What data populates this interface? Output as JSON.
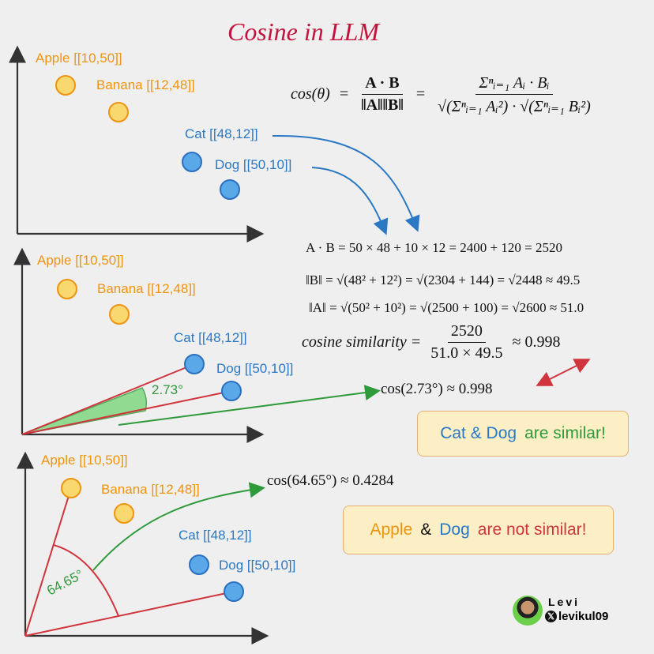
{
  "title": "Cosine in LLM",
  "colors": {
    "orange": "#ee9410",
    "blue": "#2a78c4",
    "red": "#d0343c",
    "green": "#2e9a3a",
    "title": "#c2143c",
    "box_fill": "#fcefc6"
  },
  "panels": [
    {
      "apple": "Apple [[10,50]]",
      "banana": "Banana [[12,48]]",
      "cat": "Cat [[48,12]]",
      "dog": "Dog [[50,10]]"
    },
    {
      "apple": "Apple [[10,50]]",
      "banana": "Banana [[12,48]]",
      "cat": "Cat [[48,12]]",
      "dog": "Dog [[50,10]]",
      "angle": "2.73°"
    },
    {
      "apple": "Apple [[10,50]]",
      "banana": "Banana [[12,48]]",
      "cat": "Cat [[48,12]]",
      "dog": "Dog [[50,10]]",
      "angle": "64.65°"
    }
  ],
  "formula": {
    "lhs": "cos(θ)",
    "eq": "=",
    "num1": "A · B",
    "den1": "‖A‖‖B‖",
    "num2": "Σⁿᵢ₌₁ Aᵢ · Bᵢ",
    "den2": "√(Σⁿᵢ₌₁ Aᵢ²) · √(Σⁿᵢ₌₁ Bᵢ²)"
  },
  "calc": {
    "dot": "A · B = 50 × 48 + 10 × 12 = 2400 + 120 = 2520",
    "normB": "‖B‖ = √(48² + 12²) = √(2304 + 144) = √2448 ≈ 49.5",
    "normA": "‖A‖ = √(50² + 10²) = √(2500 + 100) = √2600 ≈ 51.0",
    "cos_label": "cosine similarity =",
    "cos_num": "2520",
    "cos_den": "51.0 × 49.5",
    "cos_result": "≈ 0.998",
    "cos_angle1": "cos(2.73°) ≈ 0.998",
    "cos_angle2": "cos(64.65°) ≈ 0.4284"
  },
  "box1": {
    "a": "Cat & Dog",
    "b": "are similar!"
  },
  "box2": {
    "a": "Apple",
    "amp": "&",
    "b": "Dog",
    "c": "are not similar!"
  },
  "author": {
    "name": "Levi",
    "handle": "levikul09",
    "x_icon": "x-logo-icon"
  }
}
